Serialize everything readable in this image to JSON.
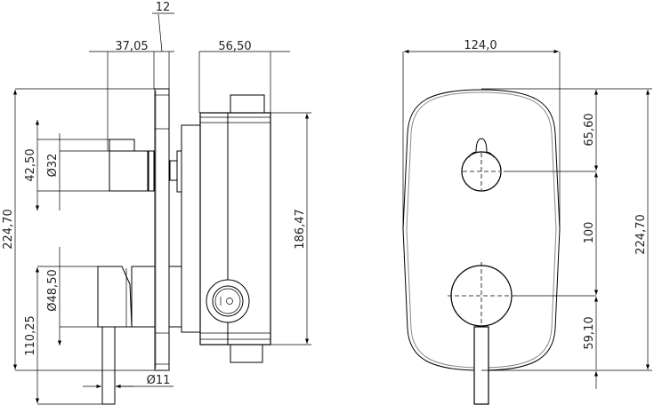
{
  "side_view": {
    "dim_plate_thickness": "12",
    "dim_projection": "37,05",
    "dim_box_depth": "56,50",
    "dim_total_height": "224,70",
    "dim_upper_offset": "42,50",
    "dim_upper_diameter": "Ø32",
    "dim_box_height": "186,47",
    "dim_lower_diameter": "Ø48,50",
    "dim_lower_offset": "110,25",
    "dim_lever_diameter": "Ø11"
  },
  "front_view": {
    "dim_width": "124,0",
    "dim_top_to_upper": "65,60",
    "dim_center_distance": "100",
    "dim_lower_to_bottom": "59,10",
    "dim_total_height": "224,70"
  }
}
